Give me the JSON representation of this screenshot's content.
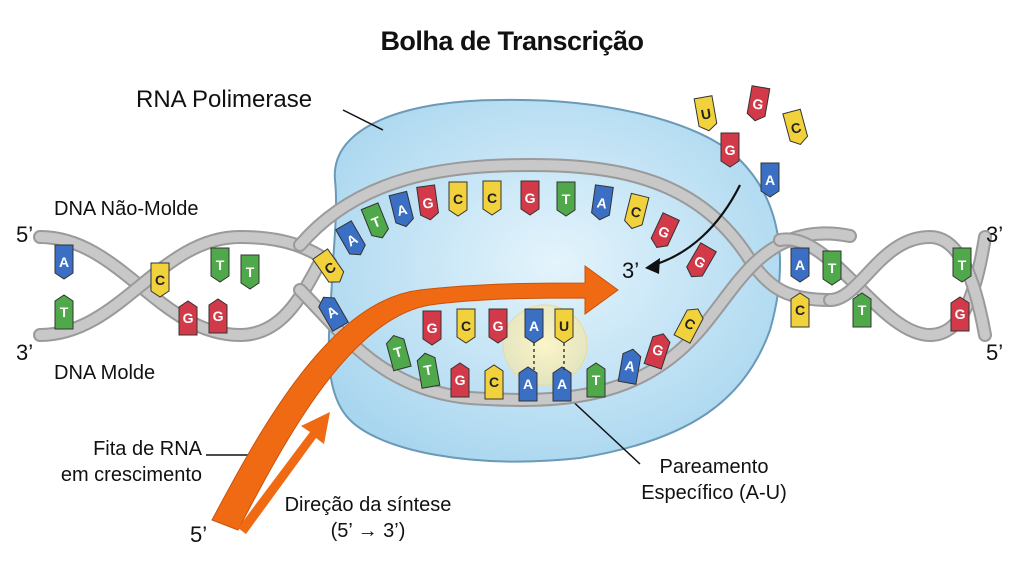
{
  "title": "Bolha de Transcrição",
  "labels": {
    "polymerase": "RNA Polimerase",
    "non_template": "DNA Não-Molde",
    "template": "DNA Molde",
    "rna_line1": "Fita de RNA",
    "rna_line2": "em crescimento",
    "direction_line1": "Direção da síntese",
    "direction_line2": "(5’ → 3’)",
    "pairing_line1": "Pareamento",
    "pairing_line2": "Específico (A-U)"
  },
  "ends": {
    "top_left": "5’",
    "bottom_left": "3’",
    "top_right": "3’",
    "bottom_right": "5’",
    "rna_three_prime": "3’",
    "rna_five_prime": "5’"
  },
  "bases": {
    "left_top": [
      "A",
      "C",
      "T",
      "T"
    ],
    "left_bottom": [
      "T",
      "G",
      "G"
    ],
    "bubble_top": [
      "C",
      "A",
      "T",
      "A",
      "G",
      "C",
      "C",
      "G",
      "T",
      "A",
      "C",
      "G"
    ],
    "bubble_bottom": [
      "A",
      "T",
      "T",
      "G",
      "C",
      "A",
      "A",
      "T",
      "A",
      "G",
      "C"
    ],
    "rna_strand": [
      "G",
      "C",
      "G",
      "A",
      "U"
    ],
    "right_top": [
      "A",
      "T",
      "T"
    ],
    "right_bottom": [
      "C",
      "T",
      "G"
    ],
    "free_nucleotides": [
      "U",
      "G",
      "C",
      "G",
      "A"
    ]
  },
  "colors": {
    "A": "#3a6fc4",
    "T": "#4fa84a",
    "G": "#d23a4a",
    "C": "#f2d23c",
    "U": "#f2d23c",
    "backbone": "#bdbdbd",
    "polymerase": "#bfe2f5",
    "rna_arrow": "#f06a14"
  }
}
